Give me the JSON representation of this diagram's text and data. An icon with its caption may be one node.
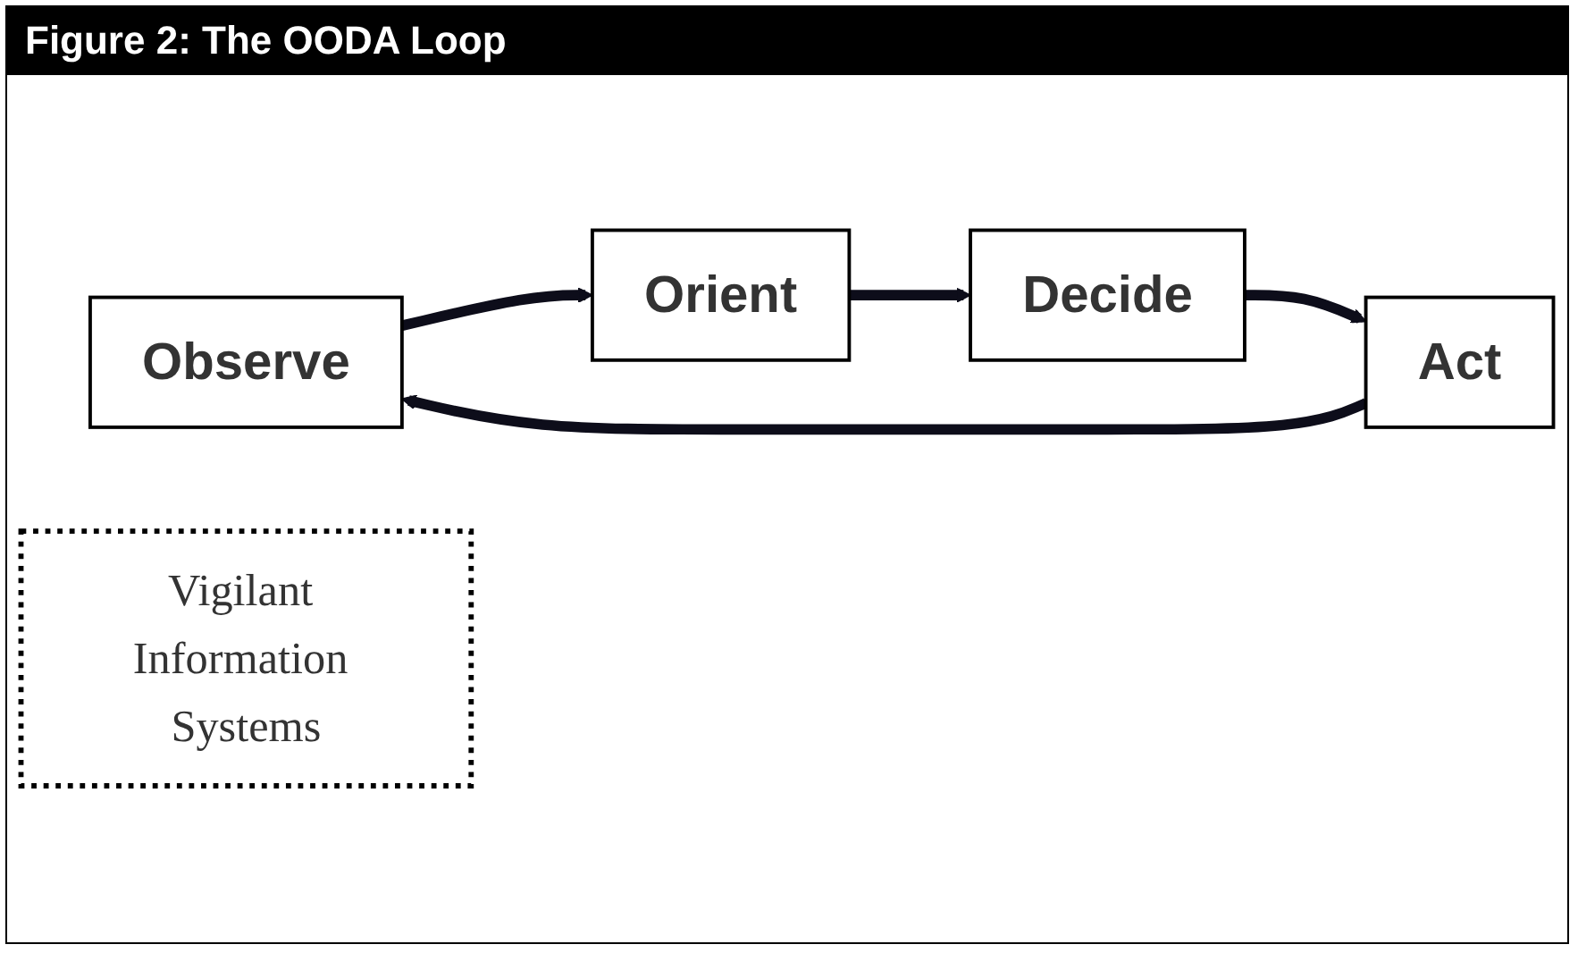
{
  "diagram": {
    "title": "Figure 2: The OODA Loop",
    "nodes": [
      {
        "text": [
          "Observe"
        ]
      },
      {
        "text": [
          "Orient"
        ]
      },
      {
        "text": [
          "Decide"
        ]
      },
      {
        "text": [
          "Act"
        ]
      },
      {
        "text": [
          "Vigilant Information Systems"
        ]
      }
    ],
    "edges": [
      {
        "from": 0,
        "to": 1,
        "arrow": "to"
      },
      {
        "from": 1,
        "to": 2,
        "arrow": "to"
      },
      {
        "from": 2,
        "to": 3,
        "arrow": "to"
      },
      {
        "from": 3,
        "to": 0,
        "arrow": "to"
      }
    ]
  }
}
